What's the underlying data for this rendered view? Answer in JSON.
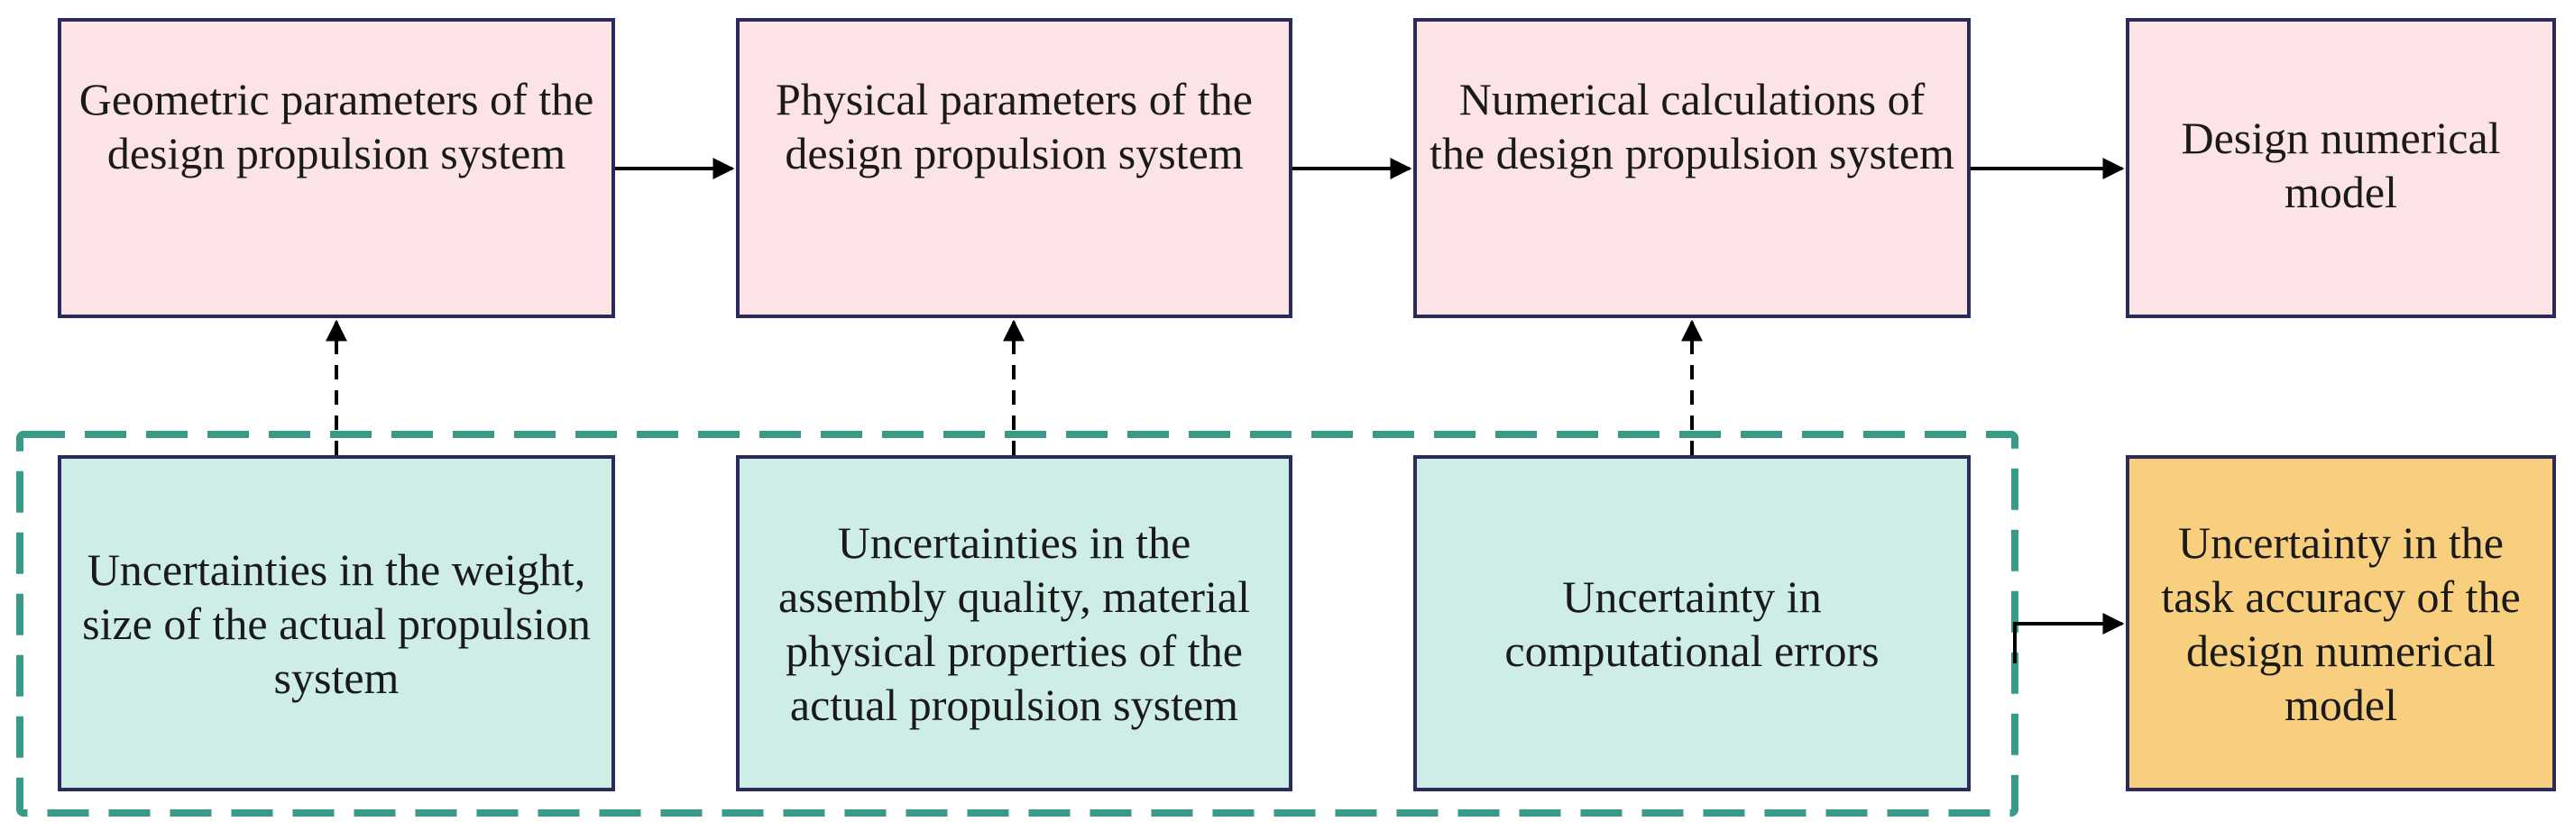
{
  "boxes": {
    "geometric": "Geometric parameters of the design propulsion system",
    "physical": "Physical parameters of the design propulsion system",
    "numerical": "Numerical calculations of the design propulsion system",
    "model": "Design numerical model",
    "uncertainty_weight": "Uncertainties in the weight, size of the actual propulsion system",
    "uncertainty_assembly": "Uncertainties in the assembly quality, material physical properties of the actual propulsion system",
    "uncertainty_computation": "Uncertainty in computational errors",
    "uncertainty_task": "Uncertainty in the task accuracy of the design numerical model"
  },
  "colors": {
    "top_fill": "#fce4e6",
    "bottom_fill": "#cdede6",
    "result_fill": "#f8cf7e",
    "border": "#2b2a5a",
    "group_dash": "#3a9a88",
    "arrow": "#000000"
  }
}
